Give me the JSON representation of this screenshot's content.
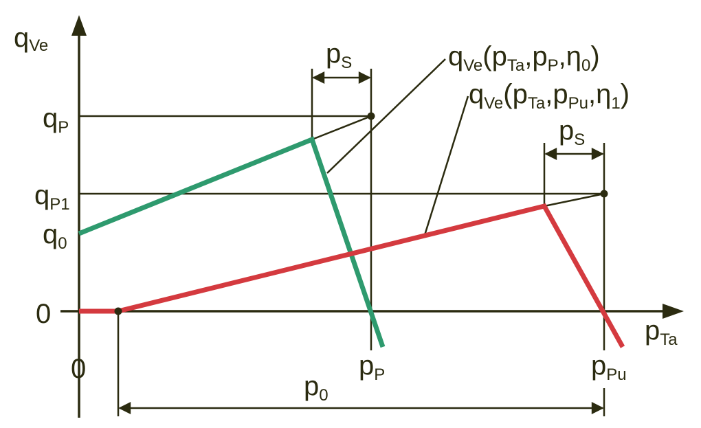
{
  "labels": {
    "y_axis": {
      "main": "q",
      "sub": "Ve"
    },
    "x_axis": {
      "main": "p",
      "sub": "Ta"
    },
    "qP": {
      "main": "q",
      "sub": "P"
    },
    "qP1": {
      "main": "q",
      "sub": "P1"
    },
    "q0": {
      "main": "q",
      "sub": "0"
    },
    "y_zero": "0",
    "x_zero": "0",
    "pP": {
      "main": "p",
      "sub": "P"
    },
    "pPu": {
      "main": "p",
      "sub": "Pu"
    },
    "p0": {
      "main": "p",
      "sub": "0"
    },
    "pS_left": {
      "main": "p",
      "sub": "S"
    },
    "pS_right": {
      "main": "p",
      "sub": "S"
    },
    "curve0": {
      "q": "q",
      "q_sub": "Ve",
      "open": "(",
      "p1": "p",
      "p1_sub": "Ta",
      "comma1": ",",
      "p2": "p",
      "p2_sub": "P",
      "comma2": ",",
      "eta": "η",
      "eta_sub": "0",
      "close": ")"
    },
    "curve1": {
      "q": "q",
      "q_sub": "Ve",
      "open": "(",
      "p1": "p",
      "p1_sub": "Ta",
      "comma1": ",",
      "p2": "p",
      "p2_sub": "Pu",
      "comma2": ",",
      "eta": "η",
      "eta_sub": "1",
      "close": ")"
    }
  },
  "colors": {
    "ink": "#2b2b10",
    "green_curve": "#2e9a6e",
    "red_curve": "#d43a3f"
  }
}
